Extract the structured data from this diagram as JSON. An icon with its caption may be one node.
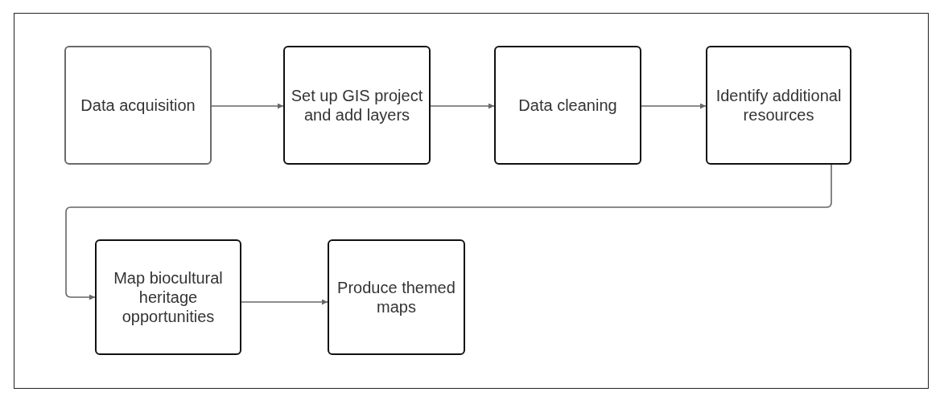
{
  "diagram": {
    "nodes": [
      {
        "text": [
          "Data acquisition"
        ]
      },
      {
        "text": [
          "Set up GIS project and add layers"
        ]
      },
      {
        "text": [
          "Data cleaning"
        ]
      },
      {
        "text": [
          "Identify additional resources"
        ]
      },
      {
        "text": [
          "Map biocultural heritage opportunities"
        ]
      },
      {
        "text": [
          "Produce themed maps"
        ]
      }
    ],
    "edges": [
      {
        "from": 0,
        "to": 1,
        "arrow": "to"
      },
      {
        "from": 1,
        "to": 2,
        "arrow": "to"
      },
      {
        "from": 2,
        "to": 3,
        "arrow": "to"
      },
      {
        "from": 3,
        "to": 4,
        "arrow": "to"
      },
      {
        "from": 4,
        "to": 5,
        "arrow": "to"
      }
    ]
  }
}
